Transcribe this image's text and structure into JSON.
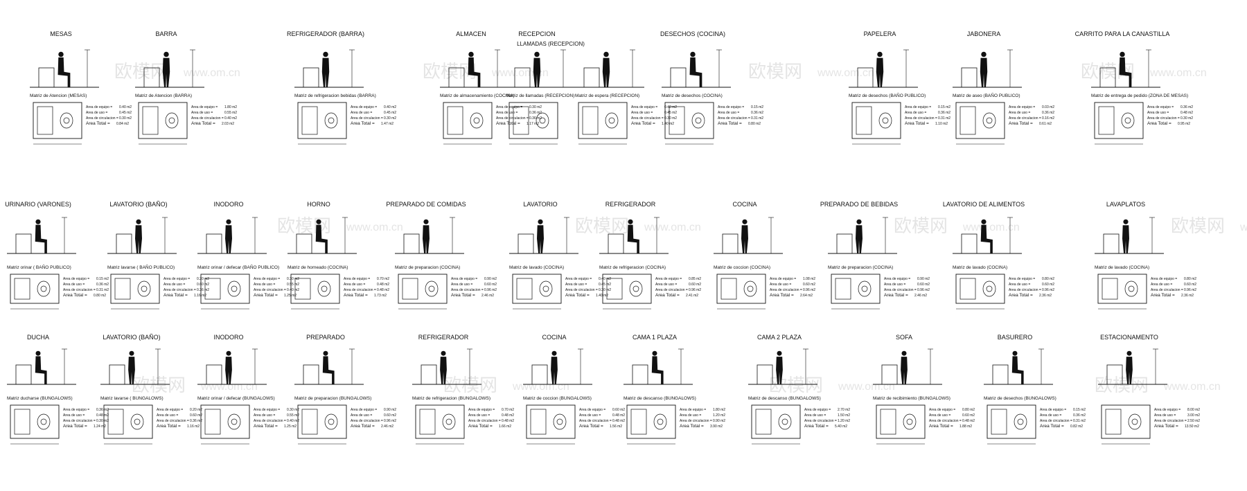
{
  "watermark": {
    "cn": "欧模网",
    "url": "www.om.cn",
    "color": "#cfcfcf"
  },
  "legend_labels": {
    "equipo": "Area de equipo =",
    "uso": "Area de uso =",
    "circulacion": "Area de circulacion =",
    "total": "Area Total ="
  },
  "rows": [
    {
      "blocks": [
        {
          "title": "MESAS",
          "matrix": "Matriz de Atencion (MESAS)",
          "areas": [
            "0.40 m2",
            "0.45 m2",
            "0.30 m2",
            "0.84 m2"
          ]
        },
        {
          "title": "BARRA",
          "matrix": "Matriz de Atencion (BARRA)",
          "areas": [
            "1.80 m2",
            "0.55 m2",
            "0.40 m2",
            "2.03 m2"
          ]
        },
        {
          "title": "REFRIGERADOR (BARRA)",
          "matrix": "Matriz de refrigeracion bebidas (BARRA)",
          "areas": [
            "0.40 m2",
            "0.45 m2",
            "0.30 m2",
            "1.47 m2"
          ]
        },
        {
          "title": "ALMACEN",
          "matrix": "Matriz de almacenamiento (COCINA)",
          "areas": [
            "0.30 m2",
            "0.36 m2",
            "0.36 m2",
            "1.17 m2"
          ]
        },
        {
          "title": "RECEPCION",
          "subtitle": "LLAMADAS (RECEPCION)",
          "matrix": "Matriz de llamadas (RECEPCION)",
          "areas": []
        },
        {
          "title": "",
          "matrix": "Matriz de espera (RECEPCION)",
          "areas": [
            "0.40 m2",
            "0.45 m2",
            "0.30 m2",
            "1.40 m2"
          ]
        },
        {
          "title": "DESECHOS (COCINA)",
          "matrix": "Matriz de desechos (COCINA)",
          "areas": [
            "0.15 m2",
            "0.36 m2",
            "0.31 m2",
            "0.80 m2"
          ]
        },
        {
          "title": "PAPELERA",
          "matrix": "Matriz de desechos (BAÑO PUBLICO)",
          "areas": [
            "0.15 m2",
            "0.36 m2",
            "0.31 m2",
            "1.10 m2"
          ]
        },
        {
          "title": "JABONERA",
          "matrix": "Matriz de aseo (BAÑO PUBLICO)",
          "areas": [
            "0.03 m2",
            "0.36 m2",
            "0.16 m2",
            "0.61 m2"
          ]
        },
        {
          "title": "CARRITO PARA LA CANASTILLA",
          "matrix": "Matriz de entrega de pedido (ZONA DE MESAS)",
          "areas": [
            "0.36 m2",
            "0.48 m2",
            "0.30 m2",
            "0.95 m2"
          ]
        }
      ]
    },
    {
      "blocks": [
        {
          "title": "URINARIO (VARONES)",
          "matrix": "Matriz orinar ( BAÑO PUBLICO)",
          "areas": [
            "0.15 m2",
            "0.36 m2",
            "0.31 m2",
            "0.80 m2"
          ]
        },
        {
          "title": "LAVATORIO (BAÑO)",
          "matrix": "Matriz lavarse ( BAÑO PUBLICO)",
          "areas": [
            "0.20 m2",
            "0.60 m2",
            "0.36 m2",
            "1.16 m2"
          ]
        },
        {
          "title": "INODORO",
          "matrix": "Matriz orinar / defecar (BAÑO PUBLICO)",
          "areas": [
            "0.30 m2",
            "0.55 m2",
            "0.40 m2",
            "1.25 m2"
          ]
        },
        {
          "title": "HORNO",
          "matrix": "Matriz de horneado (COCINA)",
          "areas": [
            "0.70 m2",
            "0.48 m2",
            "0.48 m2",
            "1.73 m2"
          ]
        },
        {
          "title": "PREPARADO DE COMIDAS",
          "matrix": "Matriz de preparacion (COCINA)",
          "areas": [
            "0.90 m2",
            "0.60 m2",
            "0.96 m2",
            "2.46 m2"
          ]
        },
        {
          "title": "LAVATORIO",
          "matrix": "Matriz de lavado (COCINA)",
          "areas": [
            "0.40 m2",
            "0.45 m2",
            "0.30 m2",
            "1.40 m2"
          ]
        },
        {
          "title": "REFRIGERADOR",
          "matrix": "Matriz de refrigeracion (COCINA)",
          "areas": [
            "0.85 m2",
            "0.60 m2",
            "0.96 m2",
            "2.41 m2"
          ]
        },
        {
          "title": "COCINA",
          "matrix": "Matriz de coccion (COCINA)",
          "areas": [
            "1.08 m2",
            "0.60 m2",
            "0.96 m2",
            "2.64 m2"
          ]
        },
        {
          "title": "PREPARADO DE BEBIDAS",
          "matrix": "Matriz de preparacion (COCINA)",
          "areas": [
            "0.90 m2",
            "0.60 m2",
            "0.96 m2",
            "2.46 m2"
          ]
        },
        {
          "title": "LAVATORIO DE ALIMENTOS",
          "matrix": "Matriz de lavado (COCINA)",
          "areas": [
            "0.80 m2",
            "0.60 m2",
            "0.96 m2",
            "2.36 m2"
          ]
        },
        {
          "title": "LAVAPLATOS",
          "matrix": "Matriz de lavado (COCINA)",
          "areas": [
            "0.80 m2",
            "0.60 m2",
            "0.96 m2",
            "2.36 m2"
          ]
        }
      ]
    },
    {
      "blocks": [
        {
          "title": "DUCHA",
          "matrix": "Matriz ducharse (BUNGALOWS)",
          "areas": [
            "0.36 m2",
            "0.48 m2",
            "0.30 m2",
            "1.24 m2"
          ]
        },
        {
          "title": "LAVATORIO (BAÑO)",
          "matrix": "Matriz lavarse ( BUNGALOWS)",
          "areas": [
            "0.20 m2",
            "0.60 m2",
            "0.36 m2",
            "1.16 m2"
          ]
        },
        {
          "title": "INODORO",
          "matrix": "Matriz orinar / defecar (BUNGALOWS)",
          "areas": [
            "0.30 m2",
            "0.55 m2",
            "0.40 m2",
            "1.25 m2"
          ]
        },
        {
          "title": "PREPARADO",
          "matrix": "Matriz de preparacion (BUNGALOWS)",
          "areas": [
            "0.90 m2",
            "0.60 m2",
            "0.96 m2",
            "2.46 m2"
          ]
        },
        {
          "title": "REFRIGERADOR",
          "matrix": "Matriz de refrigeracion (BUNGALOWS)",
          "areas": [
            "0.70 m2",
            "0.48 m2",
            "0.48 m2",
            "1.66 m2"
          ]
        },
        {
          "title": "COCINA",
          "matrix": "Matriz de coccion (BUNGALOWS)",
          "areas": [
            "0.60 m2",
            "0.48 m2",
            "0.48 m2",
            "1.56 m2"
          ]
        },
        {
          "title": "CAMA 1 PLAZA",
          "matrix": "Matriz de descanso (BUNGALOWS)",
          "areas": [
            "1.80 m2",
            "1.20 m2",
            "0.90 m2",
            "3.90 m2"
          ]
        },
        {
          "title": "CAMA 2 PLAZA",
          "matrix": "Matriz de descanso (BUNGALOWS)",
          "areas": [
            "2.70 m2",
            "1.50 m2",
            "1.20 m2",
            "5.40 m2"
          ]
        },
        {
          "title": "SOFA",
          "matrix": "Matriz de recibimiento (BUNGALOWS)",
          "areas": [
            "0.80 m2",
            "0.60 m2",
            "0.48 m2",
            "1.88 m2"
          ]
        },
        {
          "title": "BASURERO",
          "matrix": "Matriz de desechos (BUNGALOWS)",
          "areas": [
            "0.15 m2",
            "0.36 m2",
            "0.31 m2",
            "0.82 m2"
          ]
        },
        {
          "title": "ESTACIONAMENTO",
          "matrix": "",
          "areas": [
            "8.00 m2",
            "3.00 m2",
            "2.50 m2",
            "13.50 m2"
          ]
        }
      ]
    }
  ]
}
